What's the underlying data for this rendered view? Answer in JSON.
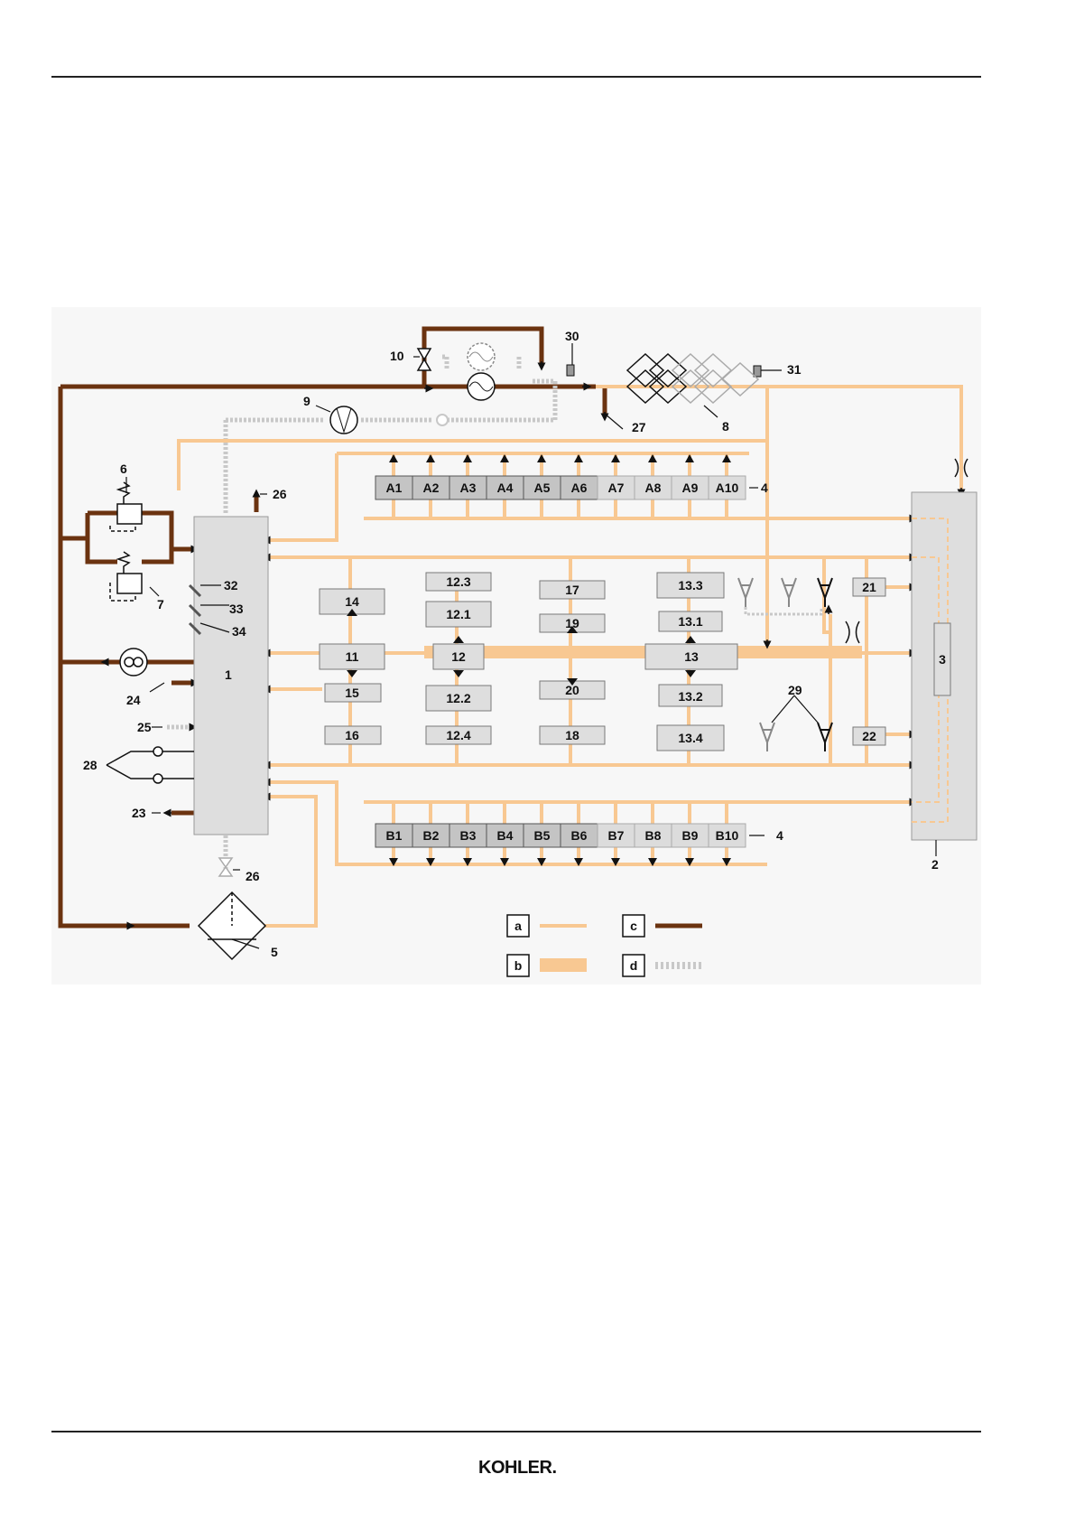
{
  "colors": {
    "light_line": "#f8c892",
    "thick_line": "#f8c892",
    "dark_line": "#6b3310",
    "dotted_line": "#c8c8c8",
    "box_fill": "#dedede",
    "box_stroke": "#7a7a7a",
    "bg": "#f7f7f7"
  },
  "cylinders_a": [
    "A1",
    "A2",
    "A3",
    "A4",
    "A5",
    "A6",
    "A7",
    "A8",
    "A9",
    "A10"
  ],
  "cylinders_b": [
    "B1",
    "B2",
    "B3",
    "B4",
    "B5",
    "B6",
    "B7",
    "B8",
    "B9",
    "B10"
  ],
  "boxes": {
    "b14": "14",
    "b11": "11",
    "b15": "15",
    "b16": "16",
    "b12_3": "12.3",
    "b12_1": "12.1",
    "b12": "12",
    "b12_2": "12.2",
    "b12_4": "12.4",
    "b17": "17",
    "b19": "19",
    "b20": "20",
    "b18": "18",
    "b13_3": "13.3",
    "b13_1": "13.1",
    "b13": "13",
    "b13_2": "13.2",
    "b13_4": "13.4",
    "b21": "21",
    "b22": "22",
    "b3": "3"
  },
  "callouts": {
    "n1": "1",
    "n2": "2",
    "n4a": "4",
    "n4b": "4",
    "n5": "5",
    "n6": "6",
    "n7": "7",
    "n8": "8",
    "n9": "9",
    "n10": "10",
    "n23": "23",
    "n24": "24",
    "n25": "25",
    "n26a": "26",
    "n26b": "26",
    "n27": "27",
    "n28": "28",
    "n29": "29",
    "n30": "30",
    "n31": "31",
    "n32": "32",
    "n33": "33",
    "n34": "34"
  },
  "legend": {
    "a": "a",
    "b": "b",
    "c": "c",
    "d": "d"
  },
  "footer": {
    "logo": "KOHLER."
  }
}
